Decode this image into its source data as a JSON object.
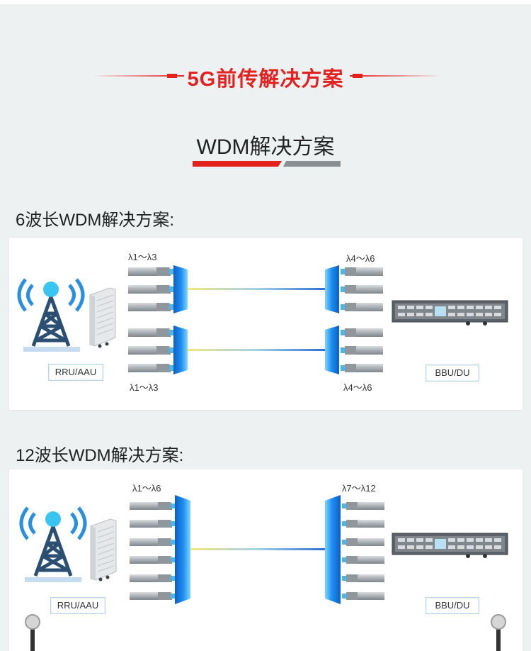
{
  "page": {
    "hero_title": "5G前传解决方案",
    "sub_title": "WDM解决方案"
  },
  "sections": [
    {
      "label": "6波长WDM解决方案:",
      "top_left_label": "λ1～λ3",
      "top_right_label": "λ4～λ6",
      "bottom_left_label": "λ1～λ3",
      "bottom_right_label": "λ4～λ6",
      "left_device": "RRU/AAU",
      "right_device": "BBU/DU"
    },
    {
      "label": "12波长WDM解决方案:",
      "top_left_label": "λ1～λ6",
      "top_right_label": "λ7～λ12",
      "left_device": "RRU/AAU",
      "right_device": "BBU/DU"
    }
  ],
  "colors": {
    "accent_red": "#e3211f",
    "bar_grey": "#8a8f94",
    "tower_blue": "#2b8fe0",
    "tower_navy": "#2a4f72",
    "mux_blue": "#1a73d9",
    "fiber_yellow": "#f2e27a",
    "fiber_blue": "#3a7fd6"
  }
}
